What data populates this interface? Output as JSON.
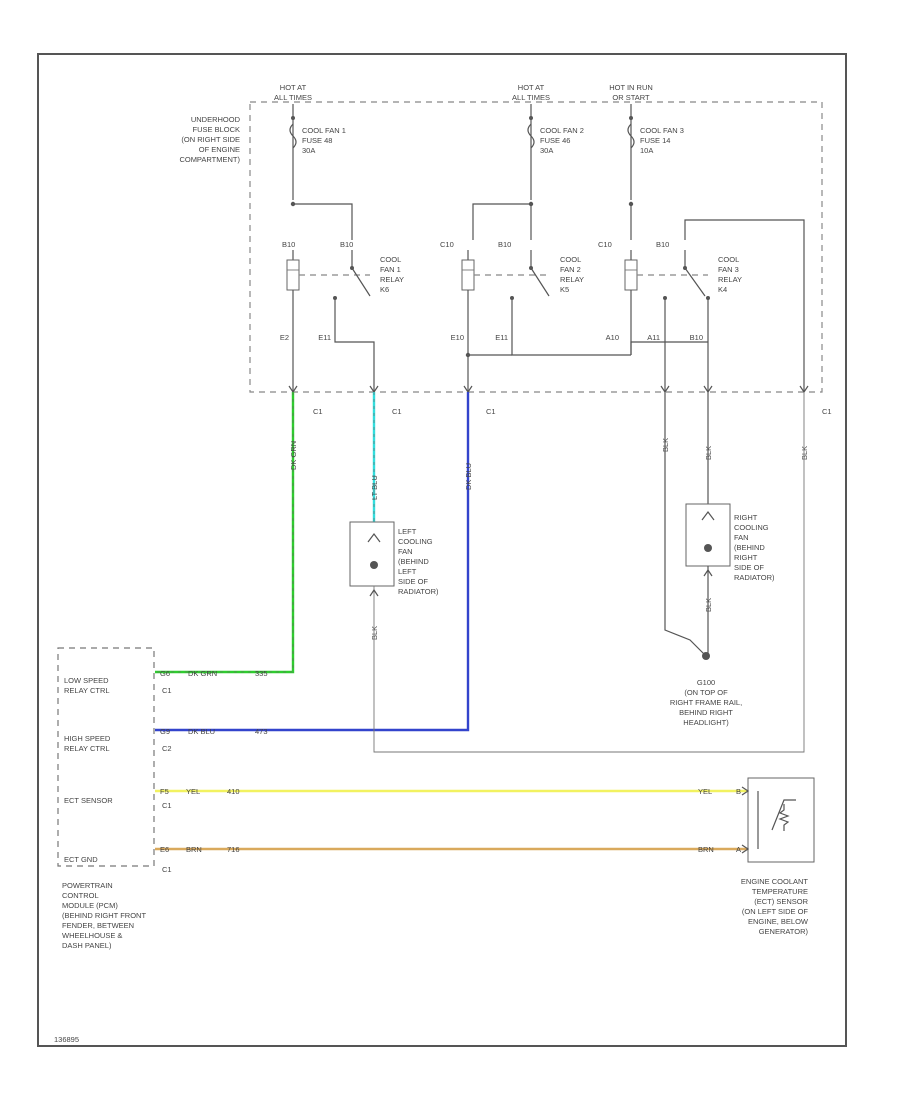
{
  "colors": {
    "background": "#ffffff",
    "line": "#555555",
    "wire_low_speed": "#2ecc2e",
    "wire_left_fan": "#33dddd",
    "wire_high_speed": "#3344cc",
    "wire_ect": "#f2f260",
    "wire_ect_ground": "#d9a95c"
  },
  "power": {
    "hot1_l1": "HOT AT",
    "hot1_l2": "ALL TIMES",
    "hot2_l1": "HOT AT",
    "hot2_l2": "ALL TIMES",
    "hot3_l1": "HOT IN RUN",
    "hot3_l2": "OR START"
  },
  "fuse_block": {
    "l1": "UNDERHOOD",
    "l2": "FUSE BLOCK",
    "l3": "(ON RIGHT SIDE",
    "l4": "OF ENGINE",
    "l5": "COMPARTMENT)"
  },
  "fuses": [
    {
      "l1": "COOL FAN 1",
      "l2": "FUSE 48",
      "l3": "30A"
    },
    {
      "l1": "COOL FAN 2",
      "l2": "FUSE 46",
      "l3": "30A"
    },
    {
      "l1": "COOL FAN 3",
      "l2": "FUSE 14",
      "l3": "10A"
    }
  ],
  "relays": [
    {
      "l1": "COOL",
      "l2": "FAN 1",
      "l3": "RELAY",
      "l4": "K6"
    },
    {
      "l1": "COOL",
      "l2": "FAN 2",
      "l3": "RELAY",
      "l4": "K5"
    },
    {
      "l1": "COOL",
      "l2": "FAN 3",
      "l3": "RELAY",
      "l4": "K4"
    }
  ],
  "terminals": {
    "r1_left": "B10",
    "r1_right": "B10",
    "r2_left": "C10",
    "r2_right": "B10",
    "r3_left": "C10",
    "r3_right": "B10",
    "bot1": "E2",
    "bot2": "E11",
    "bot3": "E10",
    "bot4": "E11",
    "bot5": "A10",
    "bot6": "A11",
    "bot7": "B10"
  },
  "connectors": {
    "c1": "C1",
    "c2": "C1",
    "c3": "C1",
    "c4": "C1",
    "c5": "C1"
  },
  "wire_labels": {
    "w1": "DK GRN",
    "w2": "LT BLU",
    "w3": "DK BLU",
    "w4": "BLK",
    "w5": "BLK",
    "w6": "BLK",
    "w7": "BLK",
    "w8": "BLK"
  },
  "left_fan": {
    "l1": "LEFT",
    "l2": "COOLING",
    "l3": "FAN",
    "l4": "(BEHIND",
    "l5": "LEFT",
    "l6": "SIDE OF",
    "l7": "RADIATOR)"
  },
  "right_fan": {
    "l1": "RIGHT",
    "l2": "COOLING",
    "l3": "FAN",
    "l4": "(BEHIND",
    "l5": "RIGHT",
    "l6": "SIDE OF",
    "l7": "RADIATOR)"
  },
  "ground": {
    "id": "G100",
    "l1": "(ON TOP OF",
    "l2": "RIGHT FRAME RAIL,",
    "l3": "BEHIND RIGHT",
    "l4": "HEADLIGHT)"
  },
  "pcm": {
    "low_l1": "LOW SPEED",
    "low_l2": "RELAY CTRL",
    "low_pin": "C1",
    "high_l1": "HIGH SPEED",
    "high_l2": "RELAY CTRL",
    "high_pin": "C2",
    "ect": "ECT SENSOR",
    "ect_pin": "C1",
    "gnd": "ECT GND",
    "gnd_pin": "C1",
    "l1": "POWERTRAIN",
    "l2": "CONTROL",
    "l3": "MODULE (PCM)",
    "l4": "(BEHIND RIGHT FRONT",
    "l5": "FENDER, BETWEEN",
    "l6": "WHEELHOUSE &",
    "l7": "DASH PANEL)"
  },
  "circuits": {
    "low_pin": "G6",
    "low_color": "DK GRN",
    "low_num": "335",
    "high_pin": "G9",
    "high_color": "DK BLU",
    "high_num": "473",
    "ect_pin": "F5",
    "ect_color": "YEL",
    "ect_num": "410",
    "ect_right": "YEL",
    "gnd_pin": "E6",
    "gnd_color": "BRN",
    "gnd_num": "716",
    "gnd_right": "BRN"
  },
  "ect_sensor": {
    "pin_a": "B",
    "pin_b": "A",
    "l1": "ENGINE COOLANT",
    "l2": "TEMPERATURE",
    "l3": "(ECT) SENSOR",
    "l4": "(ON LEFT SIDE OF",
    "l5": "ENGINE, BELOW",
    "l6": "GENERATOR)"
  },
  "footer": {
    "code": "136895"
  }
}
